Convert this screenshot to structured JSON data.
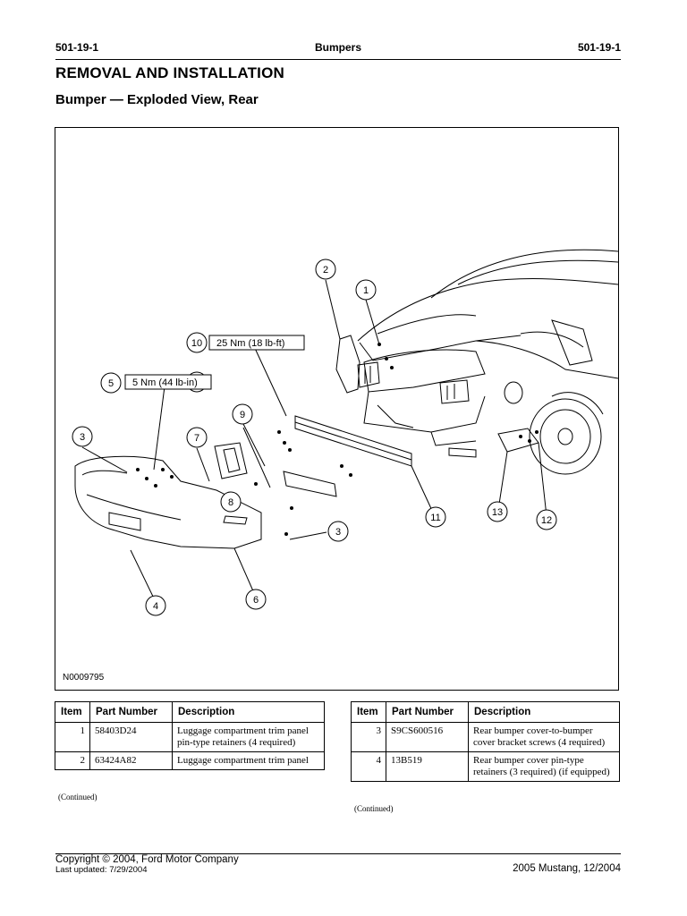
{
  "header": {
    "section_left": "501-19-1",
    "section_title": "Bumpers",
    "section_right": "501-19-1"
  },
  "page_title": "REMOVAL AND INSTALLATION",
  "page_subtitle": "Bumper — Exploded View, Rear",
  "figure": {
    "id": "N0009795",
    "callouts": {
      "c1": "1",
      "c2": "2",
      "c3a": "3",
      "c3b": "3",
      "c4": "4",
      "c5": "5",
      "c6": "6",
      "c7": "7",
      "c8": "8",
      "c9": "9",
      "c10": "10",
      "c11": "11",
      "c12": "12",
      "c13": "13"
    },
    "torque_10": "25 Nm (18 lb-ft)",
    "torque_5": "5 Nm (44 lb-in)"
  },
  "table_left": {
    "headers": [
      "Item",
      "Part Number",
      "Description"
    ],
    "rows": [
      {
        "item": "1",
        "part": "58403D24",
        "desc": "Luggage compartment trim panel pin-type retainers (4 required)"
      },
      {
        "item": "2",
        "part": "63424A82",
        "desc": "Luggage compartment trim panel"
      }
    ],
    "continued": "(Continued)"
  },
  "table_right": {
    "headers": [
      "Item",
      "Part Number",
      "Description"
    ],
    "rows": [
      {
        "item": "3",
        "part": "S9CS600516",
        "desc": "Rear bumper cover-to-bumper cover bracket screws (4 required)"
      },
      {
        "item": "4",
        "part": "13B519",
        "desc": "Rear bumper cover pin-type retainers (3 required) (if equipped)"
      }
    ],
    "continued": "(Continued)"
  },
  "footer": {
    "copyright": "Copyright © 2004, Ford Motor Company",
    "updated": "Last updated: 7/29/2004",
    "model": "2005 Mustang, 12/2004"
  }
}
